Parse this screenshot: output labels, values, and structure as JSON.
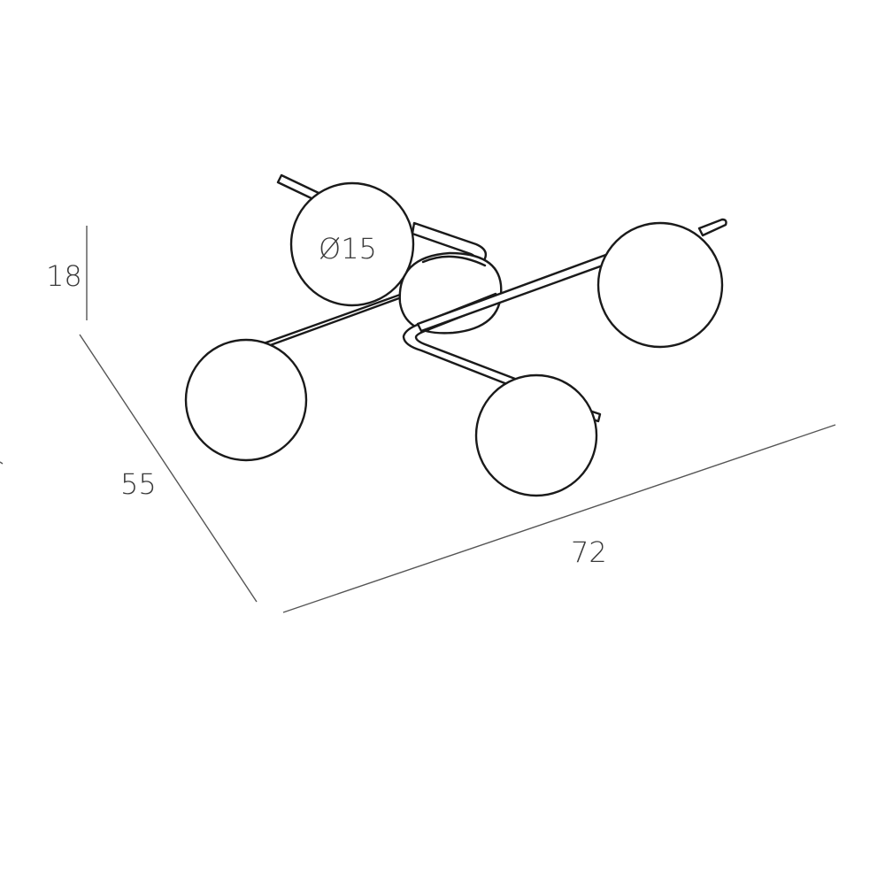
{
  "dimensions": {
    "height": "18",
    "depth": "55",
    "width": "72",
    "globe_diameter": "Ø15"
  },
  "colors": {
    "line": "#1a1a1a",
    "dimension_line": "#555555",
    "text": "#3a3a3a",
    "background": "#ffffff"
  }
}
